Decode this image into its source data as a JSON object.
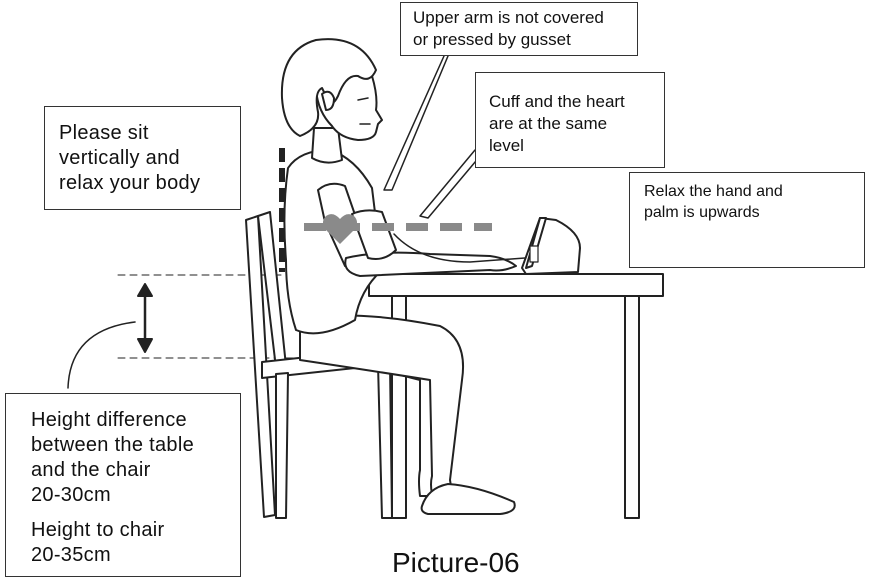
{
  "notes": {
    "sit": {
      "lines": [
        "Please sit",
        "vertically and",
        "relax your body"
      ]
    },
    "gusset": {
      "lines": [
        "Upper arm is not covered",
        "or pressed by gusset"
      ]
    },
    "cuff": {
      "lines": [
        "Cuff and the heart",
        "are at the same",
        "level"
      ]
    },
    "hand": {
      "lines": [
        "Relax the hand and",
        "palm is upwards"
      ]
    },
    "height": {
      "group1": [
        "Height difference",
        "between the table",
        "and the chair",
        "20-30cm"
      ],
      "group2": [
        "Height to chair",
        "20-35cm"
      ]
    }
  },
  "caption": "Picture-06",
  "icons": [
    "person-figure-icon",
    "chair-icon",
    "table-icon",
    "monitor-icon",
    "heart-icon",
    "hand-icon",
    "up-arrow-icon",
    "double-arrow-icon"
  ],
  "colors": {
    "line": "#222222",
    "marker": "#8a8a8a",
    "heart": "#8a8a8a",
    "fill": "#ffffff"
  }
}
